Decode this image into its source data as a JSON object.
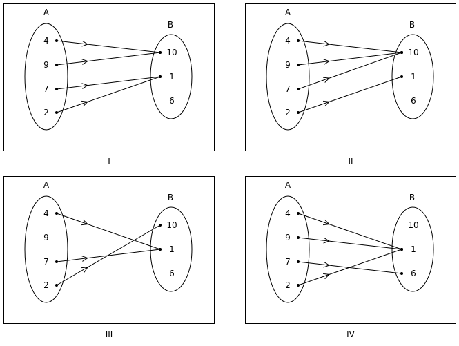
{
  "set_a_label": "A",
  "set_b_label": "B",
  "set_a": [
    "4",
    "9",
    "7",
    "2"
  ],
  "set_b": [
    "10",
    "1",
    "6"
  ],
  "panels": [
    {
      "caption": "I",
      "mappings": [
        [
          "4",
          "10"
        ],
        [
          "9",
          "10"
        ],
        [
          "7",
          "1"
        ],
        [
          "2",
          "1"
        ]
      ]
    },
    {
      "caption": "II",
      "mappings": [
        [
          "4",
          "10"
        ],
        [
          "9",
          "10"
        ],
        [
          "7",
          "10"
        ],
        [
          "2",
          "1"
        ]
      ]
    },
    {
      "caption": "III",
      "mappings": [
        [
          "4",
          "1"
        ],
        [
          "7",
          "1"
        ],
        [
          "2",
          "10"
        ]
      ]
    },
    {
      "caption": "IV",
      "mappings": [
        [
          "4",
          "1"
        ],
        [
          "9",
          "1"
        ],
        [
          "7",
          "6"
        ],
        [
          "2",
          "1"
        ]
      ]
    }
  ]
}
